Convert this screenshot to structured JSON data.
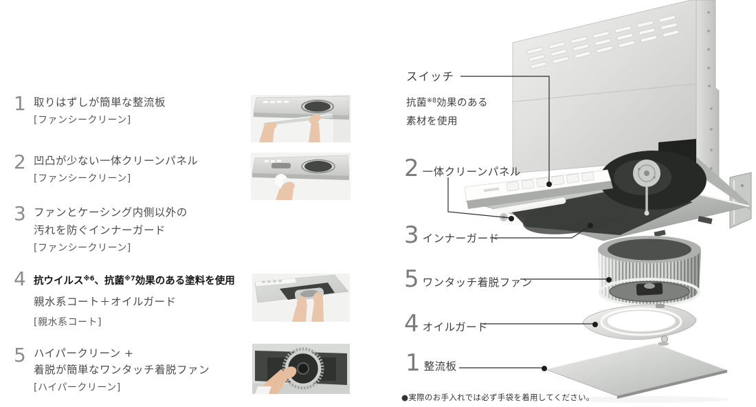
{
  "features": {
    "items": [
      {
        "num": "1",
        "lines": [
          "取りはずしが簡単な整流板"
        ],
        "bracket": "[ファンシークリーン]"
      },
      {
        "num": "2",
        "lines": [
          "凹凸が少ない一体クリーンパネル"
        ],
        "bracket": "[ファンシークリーン]"
      },
      {
        "num": "3",
        "lines": [
          "ファンとケーシング内側以外の",
          "汚れを防ぐインナーガード"
        ],
        "bracket": "[ファンシークリーン]"
      },
      {
        "num": "4",
        "bold_parts": {
          "p1": "抗ウイルス",
          "s1": "※6",
          "p2": "、抗菌",
          "s2": "※7",
          "p3": "効果のある塗料を使用"
        },
        "lines": [
          "親水系コート＋オイルガード"
        ],
        "bracket": "[親水系コート]"
      },
      {
        "num": "5",
        "lines": [
          "ハイパークリーン +",
          "着脱が簡単なワンタッチ着脱ファン"
        ],
        "bracket": "[ハイパークリーン]"
      }
    ]
  },
  "callouts": {
    "switch": {
      "title": "スイッチ",
      "desc1_pre": "抗菌",
      "desc1_sup": "※8",
      "desc1_post": "効果のある",
      "desc2": "素材を使用"
    },
    "items": [
      {
        "num": "2",
        "label": "一体クリーンパネル"
      },
      {
        "num": "3",
        "label": "インナーガード"
      },
      {
        "num": "5",
        "label": "ワンタッチ着脱ファン"
      },
      {
        "num": "4",
        "label": "オイルガード"
      },
      {
        "num": "1",
        "label": "整流板"
      }
    ]
  },
  "note": "●実際のお手入れでは必ず手袋を着用してください。",
  "colors": {
    "background": "#ffffff",
    "text_primary": "#4c4c4c",
    "text_emphasis": "#141414",
    "feature_number": "#8c8c8c",
    "callout_number": "#7b7b7b",
    "leader_line": "#2a2a2a",
    "steel_light": "#ececea",
    "steel_dark": "#c6c6c4",
    "cavity_dark": "#2c2e2d"
  }
}
